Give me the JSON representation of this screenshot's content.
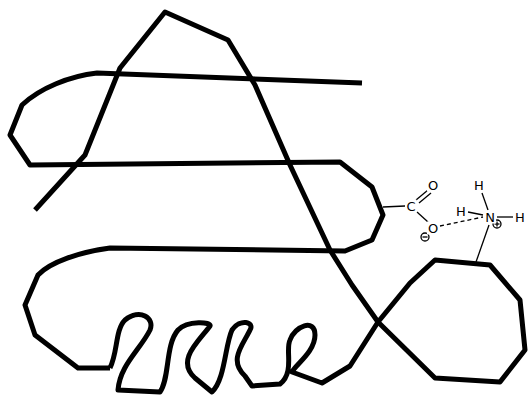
{
  "diagram": {
    "labels": [
      "O",
      "H",
      "C",
      "H",
      "N",
      "H",
      "O"
    ]
  }
}
